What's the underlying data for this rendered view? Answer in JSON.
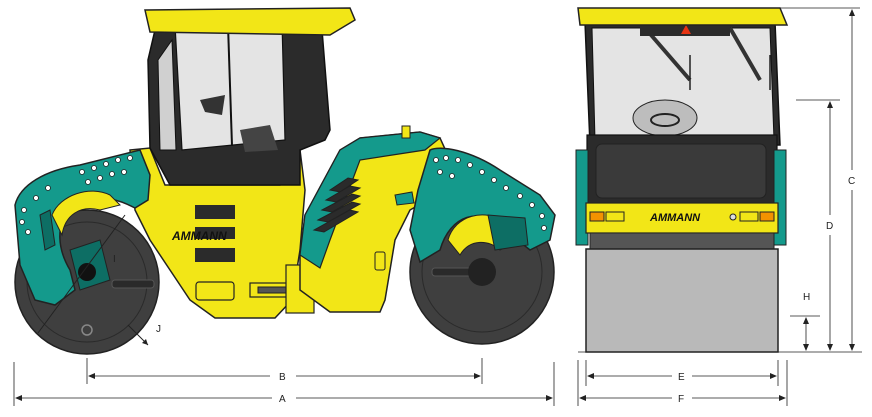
{
  "brand": {
    "name": "AMMANN"
  },
  "colors": {
    "body": "#f2e617",
    "body_shadow": "#d8cc10",
    "teal": "#149a8c",
    "teal_dark": "#0d6e64",
    "drum": "#3f3f3f",
    "drum_side": "#b9b9b9",
    "cab": "#2b2b2b",
    "glass": "#e4e4e4",
    "lamp": "#f39200",
    "line": "#222222"
  },
  "dimensions": {
    "A": "A",
    "B": "B",
    "C": "C",
    "D": "D",
    "E": "E",
    "F": "F",
    "H": "H",
    "I": "I",
    "J": "J"
  }
}
